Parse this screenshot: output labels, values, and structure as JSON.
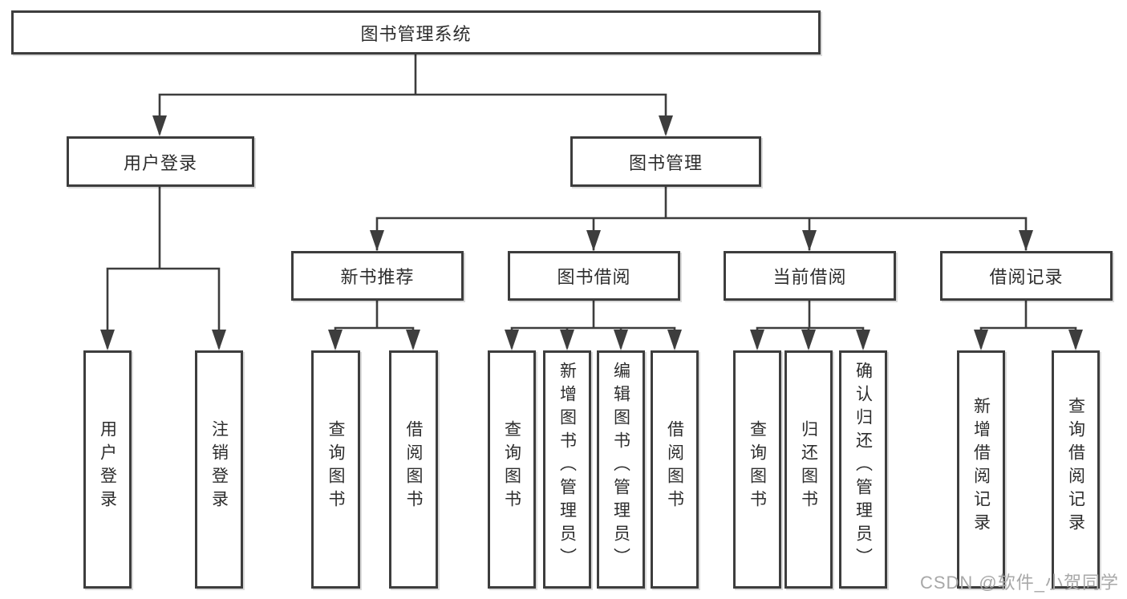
{
  "diagram": {
    "title": "图书管理系统",
    "tree": {
      "root": {
        "label": "图书管理系统",
        "children": [
          {
            "label": "用户登录",
            "children": [
              {
                "label": "用户登录"
              },
              {
                "label": "注销登录"
              }
            ]
          },
          {
            "label": "图书管理",
            "children": [
              {
                "label": "新书推荐",
                "children": [
                  {
                    "label": "查询图书"
                  },
                  {
                    "label": "借阅图书"
                  }
                ]
              },
              {
                "label": "图书借阅",
                "children": [
                  {
                    "label": "查询图书"
                  },
                  {
                    "label": "新增图书（管理员）"
                  },
                  {
                    "label": "编辑图书（管理员）"
                  },
                  {
                    "label": "借阅图书"
                  }
                ]
              },
              {
                "label": "当前借阅",
                "children": [
                  {
                    "label": "查询图书"
                  },
                  {
                    "label": "归还图书"
                  },
                  {
                    "label": "确认归还（管理员）"
                  }
                ]
              },
              {
                "label": "借阅记录",
                "children": [
                  {
                    "label": "新增借阅记录"
                  },
                  {
                    "label": "查询借阅记录"
                  }
                ]
              }
            ]
          }
        ]
      }
    },
    "watermark": "CSDN @软件_小贺同学",
    "colors": {
      "line": "#3d3d3d",
      "text": "#2d2d2d",
      "watermark": "#a8a8a8",
      "background": "#ffffff"
    }
  }
}
